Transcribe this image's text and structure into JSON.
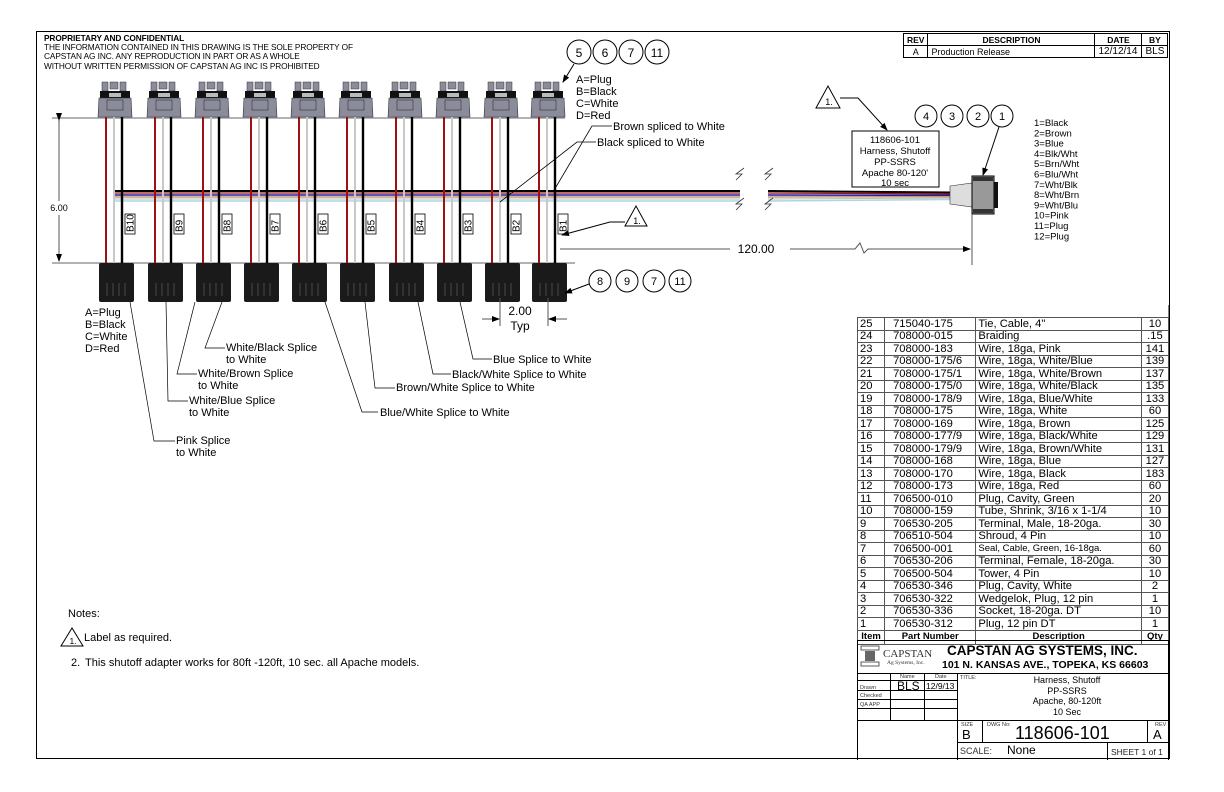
{
  "proprietary": {
    "heading": "PROPRIETARY AND CONFIDENTIAL",
    "lines": [
      "THE INFORMATION CONTAINED IN THIS DRAWING IS THE SOLE PROPERTY OF",
      "CAPSTAN AG INC. ANY REPRODUCTION IN PART OR AS A WHOLE",
      "WITHOUT WRITTEN PERMISSION OF CAPSTAN AG INC IS PROHIBITED"
    ]
  },
  "revision_table": {
    "headers": [
      "REV",
      "DESCRIPTION",
      "DATE",
      "BY"
    ],
    "rows": [
      {
        "rev": "A",
        "description": "Production Release",
        "date": "12/12/14",
        "by": "BLS"
      }
    ]
  },
  "drawing": {
    "top_balloons": [
      "5",
      "6",
      "7",
      "11"
    ],
    "bottom_balloons": [
      "8",
      "9",
      "7",
      "11"
    ],
    "main_connector_balloons": [
      "4",
      "3",
      "2",
      "1"
    ],
    "pin_legend_top": [
      "A=Plug",
      "B=Black",
      "C=White",
      "D=Red"
    ],
    "pin_legend_bottom": [
      "A=Plug",
      "B=Black",
      "C=White",
      "D=Red"
    ],
    "main_pin_legend": [
      "1=Black",
      "2=Brown",
      "3=Blue",
      "4=Blk/Wht",
      "5=Brn/Wht",
      "6=Blu/Wht",
      "7=Wht/Blk",
      "8=Wht/Brn",
      "9=Wht/Blu",
      "10=Pink",
      "11=Plug",
      "12=Plug"
    ],
    "branch_labels": [
      "B10",
      "B9",
      "B8",
      "B7",
      "B6",
      "B5",
      "B4",
      "B3",
      "B2",
      "B1"
    ],
    "dim_height": "6.00",
    "dim_length": "120.00",
    "dim_spacing": "2.00",
    "dim_spacing_note": "Typ",
    "note_flag": "1.",
    "harness_label": [
      "118606-101",
      "Harness, Shutoff",
      "PP-SSRS",
      "Apache 80-120'",
      "10 sec"
    ],
    "splice_callouts": {
      "brown": "Brown spliced to White",
      "black": "Black spliced to White",
      "white_black": [
        "White/Black Splice",
        "to White"
      ],
      "white_brown": [
        "White/Brown Splice",
        "to White"
      ],
      "white_blue": [
        "White/Blue Splice",
        "to White"
      ],
      "pink": [
        "Pink Splice",
        "to White"
      ],
      "blue_white": "Blue/White Splice to White",
      "brown_white": "Brown/White Splice to White",
      "black_white": "Black/White Splice to White",
      "blue": "Blue Splice to White"
    },
    "colors": {
      "connector_gray": "#8a8c9c",
      "connector_dark": "#1a1a1a",
      "wire_red": "#a01010",
      "wire_black": "#000000",
      "wire_white": "#c8c8c8",
      "wire_blue": "#2020a0",
      "wire_brown": "#c89870",
      "wire_lightblue": "#a8d8e0"
    }
  },
  "notes": {
    "heading": "Notes:",
    "items": [
      {
        "flag": "1.",
        "text": "Label as required."
      },
      {
        "number": "2.",
        "text": "This shutoff adapter works for 80ft -120ft, 10 sec. all Apache models."
      }
    ]
  },
  "bom": {
    "headers": [
      "Item",
      "Part Number",
      "Description",
      "Qty"
    ],
    "rows": [
      {
        "item": "25",
        "part": "715040-175",
        "desc": "Tie, Cable, 4\"",
        "qty": "10"
      },
      {
        "item": "24",
        "part": "708000-015",
        "desc": "Braiding",
        "qty": ".15"
      },
      {
        "item": "23",
        "part": "708000-183",
        "desc": "Wire, 18ga, Pink",
        "qty": "141"
      },
      {
        "item": "22",
        "part": "708000-175/6",
        "desc": "Wire, 18ga, White/Blue",
        "qty": "139"
      },
      {
        "item": "21",
        "part": "708000-175/1",
        "desc": "Wire, 18ga, White/Brown",
        "qty": "137"
      },
      {
        "item": "20",
        "part": "708000-175/0",
        "desc": "Wire, 18ga, White/Black",
        "qty": "135"
      },
      {
        "item": "19",
        "part": "708000-178/9",
        "desc": "Wire, 18ga, Blue/White",
        "qty": "133"
      },
      {
        "item": "18",
        "part": "708000-175",
        "desc": "Wire, 18ga, White",
        "qty": "60"
      },
      {
        "item": "17",
        "part": "708000-169",
        "desc": "Wire, 18ga, Brown",
        "qty": "125"
      },
      {
        "item": "16",
        "part": "708000-177/9",
        "desc": "Wire, 18ga, Black/White",
        "qty": "129"
      },
      {
        "item": "15",
        "part": "708000-179/9",
        "desc": "Wire, 18ga, Brown/White",
        "qty": "131"
      },
      {
        "item": "14",
        "part": "708000-168",
        "desc": "Wire, 18ga, Blue",
        "qty": "127"
      },
      {
        "item": "13",
        "part": "708000-170",
        "desc": "Wire, 18ga, Black",
        "qty": "183"
      },
      {
        "item": "12",
        "part": "708000-173",
        "desc": "Wire, 18ga, Red",
        "qty": "60"
      },
      {
        "item": "11",
        "part": "706500-010",
        "desc": "Plug, Cavity, Green",
        "qty": "20"
      },
      {
        "item": "10",
        "part": "708000-159",
        "desc": "Tube, Shrink, 3/16 x 1-1/4",
        "qty": "10"
      },
      {
        "item": "9",
        "part": "706530-205",
        "desc": "Terminal, Male, 18-20ga.",
        "qty": "30"
      },
      {
        "item": "8",
        "part": "706510-504",
        "desc": "Shroud, 4 Pin",
        "qty": "10"
      },
      {
        "item": "7",
        "part": "706500-001",
        "desc": "Seal, Cable, Green, 16-18ga.",
        "qty": "60"
      },
      {
        "item": "6",
        "part": "706530-206",
        "desc": "Terminal, Female, 18-20ga.",
        "qty": "30"
      },
      {
        "item": "5",
        "part": "706500-504",
        "desc": "Tower, 4 Pin",
        "qty": "10"
      },
      {
        "item": "4",
        "part": "706530-346",
        "desc": "Plug, Cavity, White",
        "qty": "2"
      },
      {
        "item": "3",
        "part": "706530-322",
        "desc": "Wedgelok, Plug, 12 pin",
        "qty": "1"
      },
      {
        "item": "2",
        "part": "706530-336",
        "desc": "Socket, 18-20ga. DT",
        "qty": "10"
      },
      {
        "item": "1",
        "part": "706530-312",
        "desc": "Plug, 12 pin DT",
        "qty": "1"
      }
    ]
  },
  "title_block": {
    "logo_name": "CAPSTAN",
    "logo_sub": "Ag Systems, Inc.",
    "company": "CAPSTAN AG SYSTEMS, INC.",
    "address": "101 N. KANSAS AVE., TOPEKA, KS 66603",
    "col_name": "Name",
    "col_date": "Date",
    "drawn_label": "Drawn",
    "drawn_name": "BLS",
    "drawn_date": "12/9/13",
    "checked_label": "Checked",
    "qa_label": "QA APP",
    "title_label": "TITLE:",
    "title_lines": [
      "Harness, Shutoff",
      "PP-SSRS",
      "Apache, 80-120ft",
      "10 Sec"
    ],
    "size_label": "SIZE",
    "size": "B",
    "dwg_label": "DWG No:",
    "dwg_no": "118606-101",
    "rev_label": "REV",
    "rev": "A",
    "scale_label": "SCALE:",
    "scale": "None",
    "sheet": "SHEET 1 of 1"
  }
}
